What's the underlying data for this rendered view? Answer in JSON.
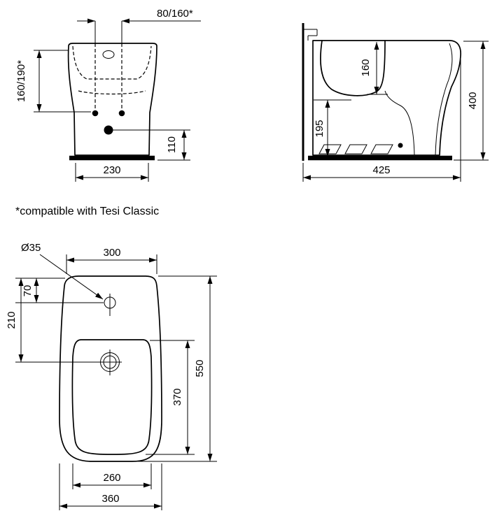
{
  "colors": {
    "line": "#000000",
    "background": "#ffffff"
  },
  "note": "*compatible with Tesi Classic",
  "front_view": {
    "dim_hole_spacing": "80/160*",
    "dim_hole_height": "160/190*",
    "dim_outlet_height": "110",
    "dim_base_width": "230"
  },
  "side_view": {
    "dim_bowl_depth": "160",
    "dim_inlet_height": "195",
    "dim_total_height": "400",
    "dim_total_depth": "425"
  },
  "plan_view": {
    "dim_hole_diameter": "Ø35",
    "dim_top_width": "300",
    "dim_hole_offset": "70",
    "dim_fitting_offset": "210",
    "dim_total_length": "550",
    "dim_bowl_length": "370",
    "dim_bowl_width": "260",
    "dim_total_width": "360"
  }
}
